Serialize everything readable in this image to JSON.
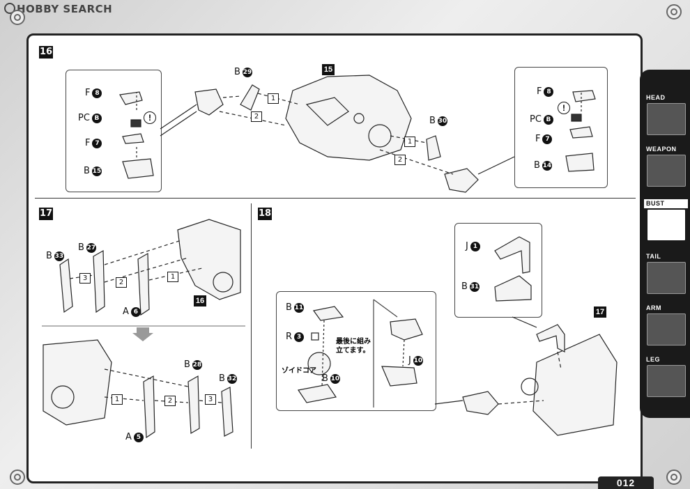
{
  "header": {
    "logo_text": "HOBBY SEARCH"
  },
  "sections": {
    "s16": {
      "number": "16",
      "center_part": "15"
    },
    "s17": {
      "number": "17",
      "target": "16"
    },
    "s18": {
      "number": "18",
      "target": "17"
    }
  },
  "labels": {
    "s16_left": [
      {
        "letter": "F",
        "num": "8"
      },
      {
        "letter": "PC",
        "num": "B"
      },
      {
        "letter": "F",
        "num": "7"
      },
      {
        "letter": "B",
        "num": "15"
      }
    ],
    "s16_right": [
      {
        "letter": "F",
        "num": "8"
      },
      {
        "letter": "PC",
        "num": "B"
      },
      {
        "letter": "F",
        "num": "7"
      },
      {
        "letter": "B",
        "num": "14"
      }
    ],
    "s16_b29": {
      "letter": "B",
      "num": "29"
    },
    "s16_b30": {
      "letter": "B",
      "num": "30"
    },
    "s17_top": [
      {
        "letter": "B",
        "num": "33"
      },
      {
        "letter": "B",
        "num": "27"
      },
      {
        "letter": "A",
        "num": "6"
      }
    ],
    "s17_bottom": [
      {
        "letter": "B",
        "num": "28"
      },
      {
        "letter": "B",
        "num": "32"
      },
      {
        "letter": "A",
        "num": "5"
      }
    ],
    "s18_left": [
      {
        "letter": "B",
        "num": "11"
      },
      {
        "letter": "R",
        "num": "3"
      },
      {
        "letter": "B",
        "num": "10"
      },
      {
        "letter": "J",
        "num": "10"
      }
    ],
    "s18_right": [
      {
        "letter": "J",
        "num": "1"
      },
      {
        "letter": "B",
        "num": "31"
      }
    ],
    "steps": [
      "1",
      "2",
      "3"
    ]
  },
  "notes": {
    "zoid_core": "ゾイドコア",
    "assemble_last_line1": "最後に組み",
    "assemble_last_line2": "立てます。",
    "exclaim": "!"
  },
  "sidebar": {
    "tabs": [
      {
        "label": "HEAD",
        "active": false
      },
      {
        "label": "WEAPON",
        "active": false
      },
      {
        "label": "BUST",
        "active": true
      },
      {
        "label": "TAIL",
        "active": false
      },
      {
        "label": "ARM",
        "active": false
      },
      {
        "label": "LEG",
        "active": false
      }
    ]
  },
  "footer": {
    "page_number": "012"
  }
}
